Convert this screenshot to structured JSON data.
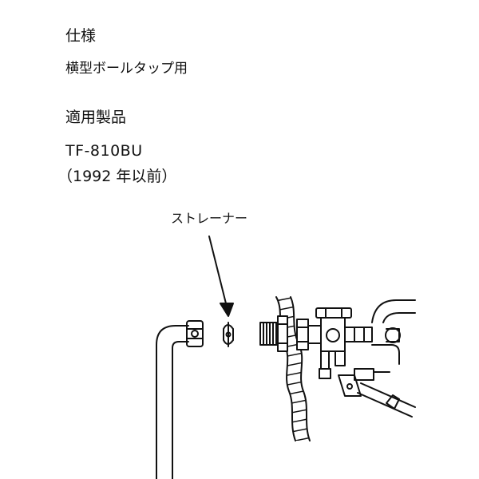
{
  "spec": {
    "heading": "仕様",
    "value": "横型ボールタップ用"
  },
  "products": {
    "heading": "適用製品",
    "model": "TF-810BU",
    "years": "（1992 年以前）"
  },
  "diagram": {
    "callout_label": "ストレーナー"
  },
  "colors": {
    "line": "#111111",
    "background": "#ffffff"
  }
}
